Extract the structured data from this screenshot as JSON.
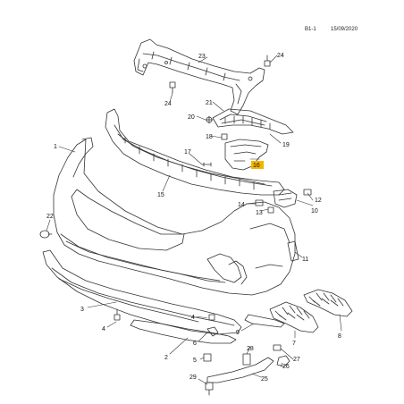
{
  "header": {
    "ref": "B1-1",
    "date": "15/09/2020"
  },
  "highlight_color": "#f4b400",
  "callouts": [
    {
      "id": "c1",
      "label": "1"
    },
    {
      "id": "c2",
      "label": "2"
    },
    {
      "id": "c3",
      "label": "3"
    },
    {
      "id": "c4a",
      "label": "4"
    },
    {
      "id": "c4b",
      "label": "4"
    },
    {
      "id": "c5",
      "label": "5"
    },
    {
      "id": "c6",
      "label": "6"
    },
    {
      "id": "c7",
      "label": "7"
    },
    {
      "id": "c8",
      "label": "8"
    },
    {
      "id": "c9",
      "label": "9"
    },
    {
      "id": "c10",
      "label": "10"
    },
    {
      "id": "c11",
      "label": "11"
    },
    {
      "id": "c12",
      "label": "12"
    },
    {
      "id": "c13",
      "label": "13"
    },
    {
      "id": "c14",
      "label": "14"
    },
    {
      "id": "c15",
      "label": "15"
    },
    {
      "id": "c16",
      "label": "16",
      "highlighted": true
    },
    {
      "id": "c17",
      "label": "17"
    },
    {
      "id": "c18",
      "label": "18"
    },
    {
      "id": "c19",
      "label": "19"
    },
    {
      "id": "c20",
      "label": "20"
    },
    {
      "id": "c21",
      "label": "21"
    },
    {
      "id": "c22",
      "label": "22"
    },
    {
      "id": "c23",
      "label": "23"
    },
    {
      "id": "c24a",
      "label": "24"
    },
    {
      "id": "c24b",
      "label": "24"
    },
    {
      "id": "c25",
      "label": "25"
    },
    {
      "id": "c26",
      "label": "26"
    },
    {
      "id": "c27",
      "label": "27"
    },
    {
      "id": "c28",
      "label": "28"
    },
    {
      "id": "c29",
      "label": "29"
    }
  ]
}
